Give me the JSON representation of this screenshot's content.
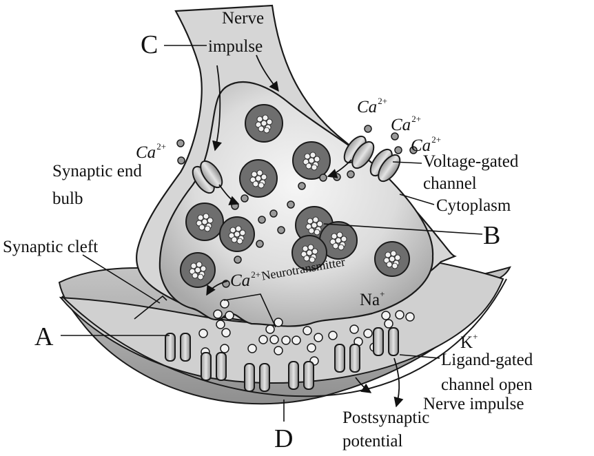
{
  "labels": {
    "nerve_impulse_top": [
      "Nerve",
      "impulse"
    ],
    "synaptic_end_bulb": [
      "Synaptic end",
      "bulb"
    ],
    "synaptic_cleft": "Synaptic cleft",
    "voltage_gated_channel": [
      "Voltage-gated",
      "channel"
    ],
    "cytoplasm": "Cytoplasm",
    "neurotransmitter": "Neurotransmitter",
    "ligand_gated_channel": [
      "Ligand-gated",
      "channel open"
    ],
    "nerve_impulse_bottom": "Nerve impulse",
    "postsynaptic_potential": [
      "Postsynaptic",
      "potential"
    ]
  },
  "ions": {
    "calcium_symbol": "Ca",
    "calcium_charge": "2+",
    "sodium_symbol": "Na",
    "sodium_charge": "+",
    "potassium_symbol": "K",
    "potassium_charge": "+"
  },
  "letters": {
    "a": "A",
    "b": "B",
    "c": "C",
    "d": "D"
  },
  "colors": {
    "outline": "#1a1a1a",
    "outer_axon": "#d6d6d6",
    "cytoplasm_center": "#f4f4f4",
    "cytoplasm_edge": "#b4b4b4",
    "vesicle": "#6e6e6e",
    "postsynaptic": "#a8a8a8",
    "channel": "#c8c8c8"
  }
}
